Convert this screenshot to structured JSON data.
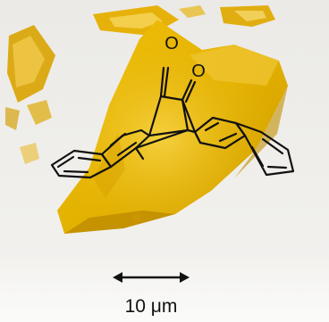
{
  "scale_bar": {
    "label": "10 μm"
  },
  "molecule": {
    "atom_labels": [
      "O",
      "O"
    ]
  },
  "colors": {
    "crystal": "#e2b400",
    "crystal_dark": "#b98600",
    "background": "#f1f0ed",
    "ink": "#111111"
  }
}
